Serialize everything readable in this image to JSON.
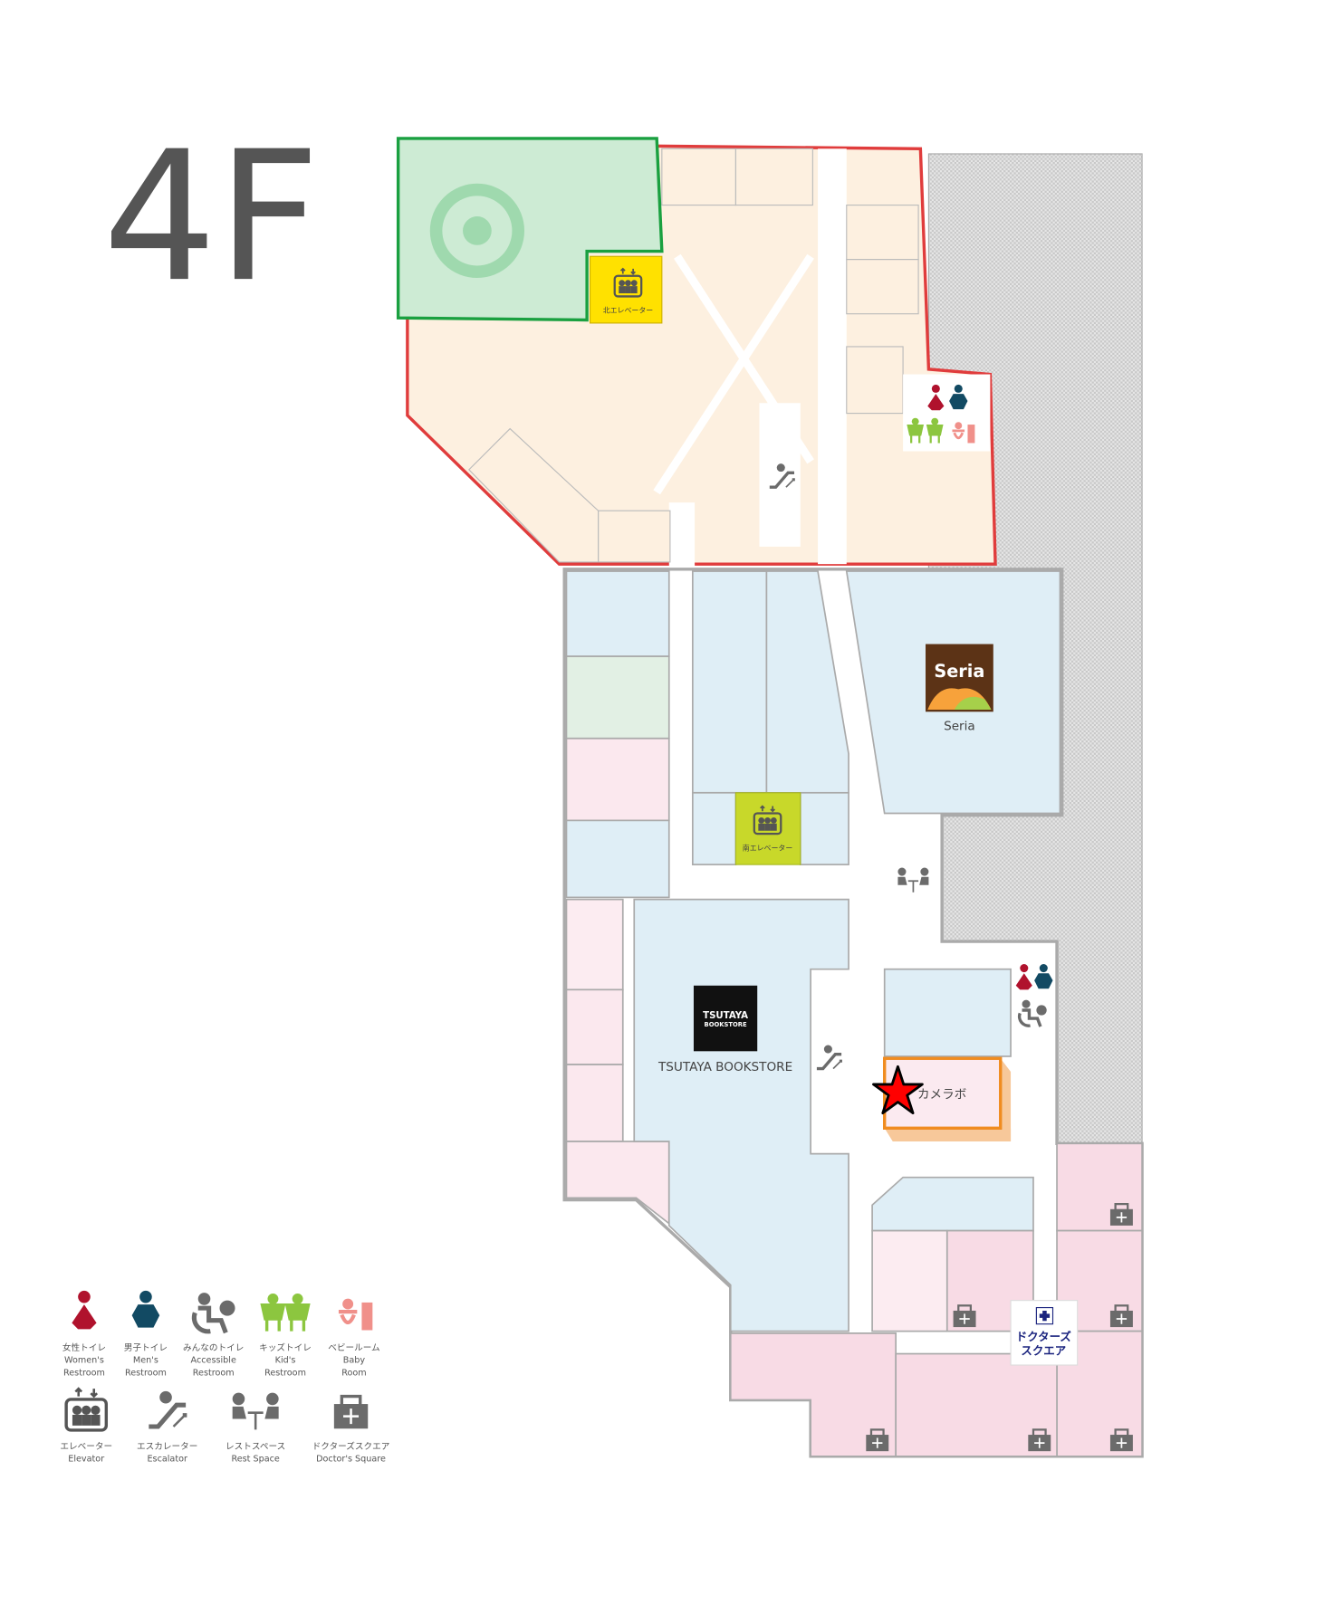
{
  "floor": {
    "label": "4F"
  },
  "stores": {
    "seria": {
      "logo_text": "Seria",
      "name": "Seria"
    },
    "tsutaya": {
      "logo_line1": "TSUTAYA",
      "logo_line2": "BOOKSTORE",
      "name": "TSUTAYA BOOKSTORE"
    },
    "cameralab": {
      "name": "カメラボ",
      "highlighted": true
    },
    "doctors_square": {
      "line1": "ドクターズ",
      "line2": "スクエア"
    }
  },
  "facilities": {
    "north_elevator": "北エレベーター",
    "south_elevator": "南エレベーター"
  },
  "colors": {
    "north_zone_border": "#e03c3c",
    "park_border": "#1aa040",
    "highlight_border": "#f08c20",
    "current_marker": "#ff0000",
    "women": "#b0122d",
    "men": "#124a63",
    "kids": "#8cc63f",
    "baby": "#f0908a",
    "icon_gray": "#6b6b6b"
  },
  "legend": [
    {
      "icon": "women-restroom-icon",
      "ja": "女性トイレ",
      "en1": "Women's",
      "en2": "Restroom"
    },
    {
      "icon": "men-restroom-icon",
      "ja": "男子トイレ",
      "en1": "Men's",
      "en2": "Restroom"
    },
    {
      "icon": "accessible-restroom-icon",
      "ja": "みんなのトイレ",
      "en1": "Accessible",
      "en2": "Restroom"
    },
    {
      "icon": "kids-restroom-icon",
      "ja": "キッズトイレ",
      "en1": "Kid's",
      "en2": "Restroom"
    },
    {
      "icon": "baby-room-icon",
      "ja": "ベビールーム",
      "en1": "Baby",
      "en2": "Room"
    },
    {
      "icon": "elevator-icon",
      "ja": "エレベーター",
      "en1": "Elevator"
    },
    {
      "icon": "escalator-icon",
      "ja": "エスカレーター",
      "en1": "Escalator"
    },
    {
      "icon": "rest-space-icon",
      "ja": "レストスペース",
      "en1": "Rest Space"
    },
    {
      "icon": "doctors-square-icon",
      "ja": "ドクターズスクエア",
      "en1": "Doctor's Square"
    }
  ]
}
